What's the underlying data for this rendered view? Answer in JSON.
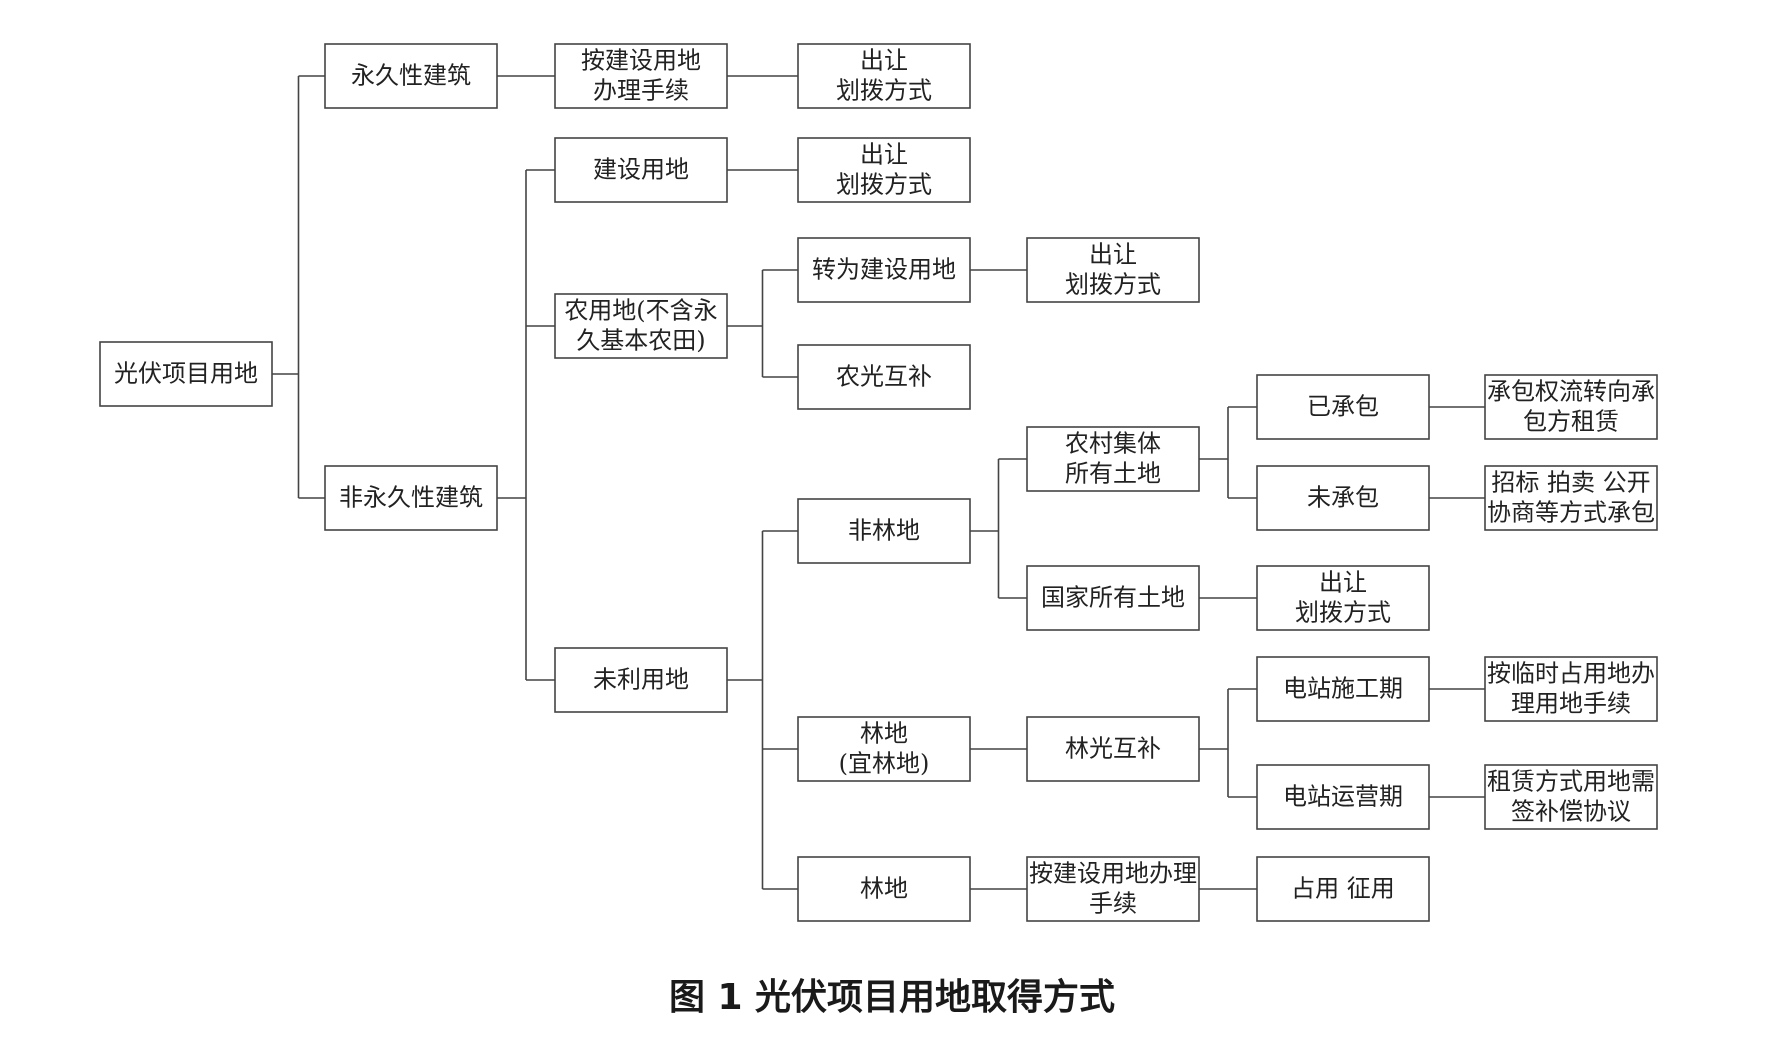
{
  "caption": "图 1 光伏项目用地取得方式",
  "nodes": {
    "root": [
      "光伏项目用地"
    ],
    "perm": [
      "永久性建筑"
    ],
    "perm_proc": [
      "按建设用地",
      "办理手续"
    ],
    "perm_method": [
      "出让",
      "划拨方式"
    ],
    "nonperm": [
      "非永久性建筑"
    ],
    "constr": [
      "建设用地"
    ],
    "constr_method": [
      "出让",
      "划拨方式"
    ],
    "agri": [
      "农用地(不含永",
      "久基本农田)"
    ],
    "agri_convert": [
      "转为建设用地"
    ],
    "agri_convert_method": [
      "出让",
      "划拨方式"
    ],
    "agri_comp": [
      "农光互补"
    ],
    "unused": [
      "未利用地"
    ],
    "nonforest": [
      "非林地"
    ],
    "collective": [
      "农村集体",
      "所有土地"
    ],
    "contracted": [
      "已承包"
    ],
    "contracted_method": [
      "承包权流转向承",
      "包方租赁"
    ],
    "uncontracted": [
      "未承包"
    ],
    "uncontracted_method": [
      "招标 拍卖 公开",
      "协商等方式承包"
    ],
    "state": [
      "国家所有土地"
    ],
    "state_method": [
      "出让",
      "划拨方式"
    ],
    "forest_suit": [
      "林地",
      "(宜林地)"
    ],
    "forest_comp": [
      "林光互补"
    ],
    "construction": [
      "电站施工期"
    ],
    "construction_method": [
      "按临时占用地办",
      "理用地手续"
    ],
    "operation": [
      "电站运营期"
    ],
    "operation_method": [
      "租赁方式用地需",
      "签补偿协议"
    ],
    "forest": [
      "林地"
    ],
    "forest_proc": [
      "按建设用地办理",
      "手续"
    ],
    "forest_method": [
      "占用 征用"
    ]
  }
}
